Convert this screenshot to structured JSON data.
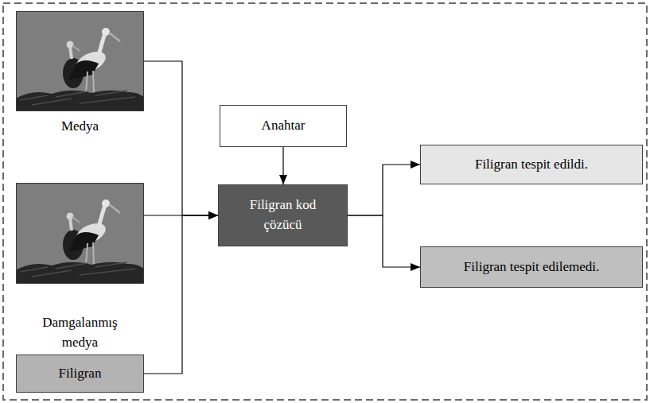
{
  "diagram": {
    "nodes": [
      {
        "text": [
          "Medya"
        ]
      },
      {
        "text": [
          "Damgalanmış medya"
        ]
      },
      {
        "text": [
          "Filigran"
        ]
      },
      {
        "text": [
          "Anahtar"
        ]
      },
      {
        "text": [
          "Filigran kod çözücü"
        ]
      },
      {
        "text": [
          "Filigran tespit edildi."
        ]
      },
      {
        "text": [
          "Filigran tespit edilemedi."
        ]
      }
    ],
    "edges": [
      {
        "from": 0,
        "to": 4,
        "arrow": "to"
      },
      {
        "from": 1,
        "to": 4,
        "arrow": "to"
      },
      {
        "from": 2,
        "to": 4,
        "arrow": "to"
      },
      {
        "from": 3,
        "to": 4,
        "arrow": "to"
      },
      {
        "from": 4,
        "to": 5,
        "arrow": "to"
      },
      {
        "from": 4,
        "to": 6,
        "arrow": "to"
      }
    ]
  }
}
